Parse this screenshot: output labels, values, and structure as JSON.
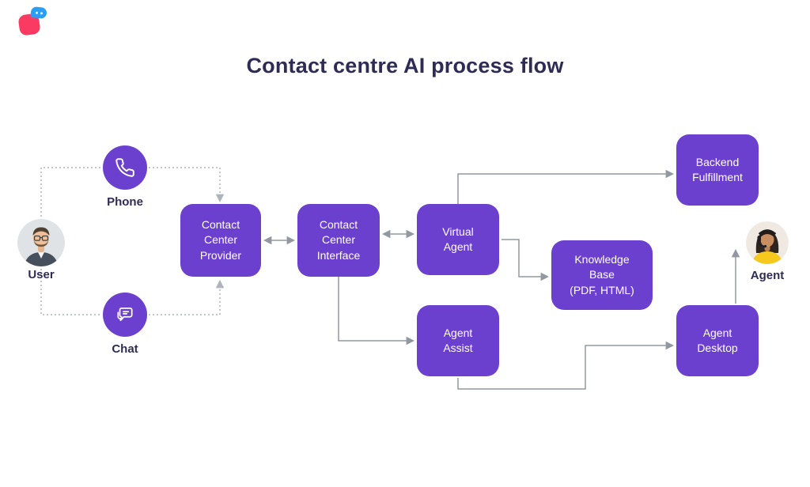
{
  "title": "Contact centre AI process flow",
  "colors": {
    "box": "#6C40CF",
    "accentPink": "#FB3A62",
    "accentBlue": "#2A9DF4",
    "title": "#2E2C55",
    "labelText": "#2E2C55",
    "line": "#9298A2",
    "dotted": "#AFB4BC"
  },
  "logo": {
    "name": "brand-logo"
  },
  "actors": {
    "user": {
      "label": "User",
      "icon": "user-avatar"
    },
    "agent": {
      "label": "Agent",
      "icon": "agent-avatar"
    }
  },
  "channels": {
    "phone": {
      "label": "Phone",
      "icon": "phone-icon"
    },
    "chat": {
      "label": "Chat",
      "icon": "chat-icon"
    }
  },
  "nodes": [
    {
      "id": "contact-center-provider",
      "label": "Contact\nCenter\nProvider"
    },
    {
      "id": "contact-center-interface",
      "label": "Contact\nCenter\nInterface"
    },
    {
      "id": "virtual-agent",
      "label": "Virtual\nAgent"
    },
    {
      "id": "agent-assist",
      "label": "Agent\nAssist"
    },
    {
      "id": "knowledge-base",
      "label": "Knowledge\nBase\n(PDF, HTML)"
    },
    {
      "id": "backend-fulfillment",
      "label": "Backend\nFulfillment"
    },
    {
      "id": "agent-desktop",
      "label": "Agent\nDesktop"
    }
  ],
  "edges": [
    {
      "from": "user",
      "to": "phone",
      "style": "dotted"
    },
    {
      "from": "user",
      "to": "chat",
      "style": "dotted"
    },
    {
      "from": "phone",
      "to": "contact-center-provider",
      "style": "dotted-arrow"
    },
    {
      "from": "chat",
      "to": "contact-center-provider",
      "style": "dotted-arrow"
    },
    {
      "from": "contact-center-provider",
      "to": "contact-center-interface",
      "style": "bidirectional"
    },
    {
      "from": "contact-center-interface",
      "to": "virtual-agent",
      "style": "bidirectional"
    },
    {
      "from": "contact-center-interface",
      "to": "agent-assist",
      "style": "arrow"
    },
    {
      "from": "virtual-agent",
      "to": "backend-fulfillment",
      "style": "arrow"
    },
    {
      "from": "virtual-agent",
      "to": "knowledge-base",
      "style": "arrow"
    },
    {
      "from": "agent-assist",
      "to": "agent-desktop",
      "style": "arrow"
    },
    {
      "from": "agent-desktop",
      "to": "agent",
      "style": "arrow"
    }
  ]
}
